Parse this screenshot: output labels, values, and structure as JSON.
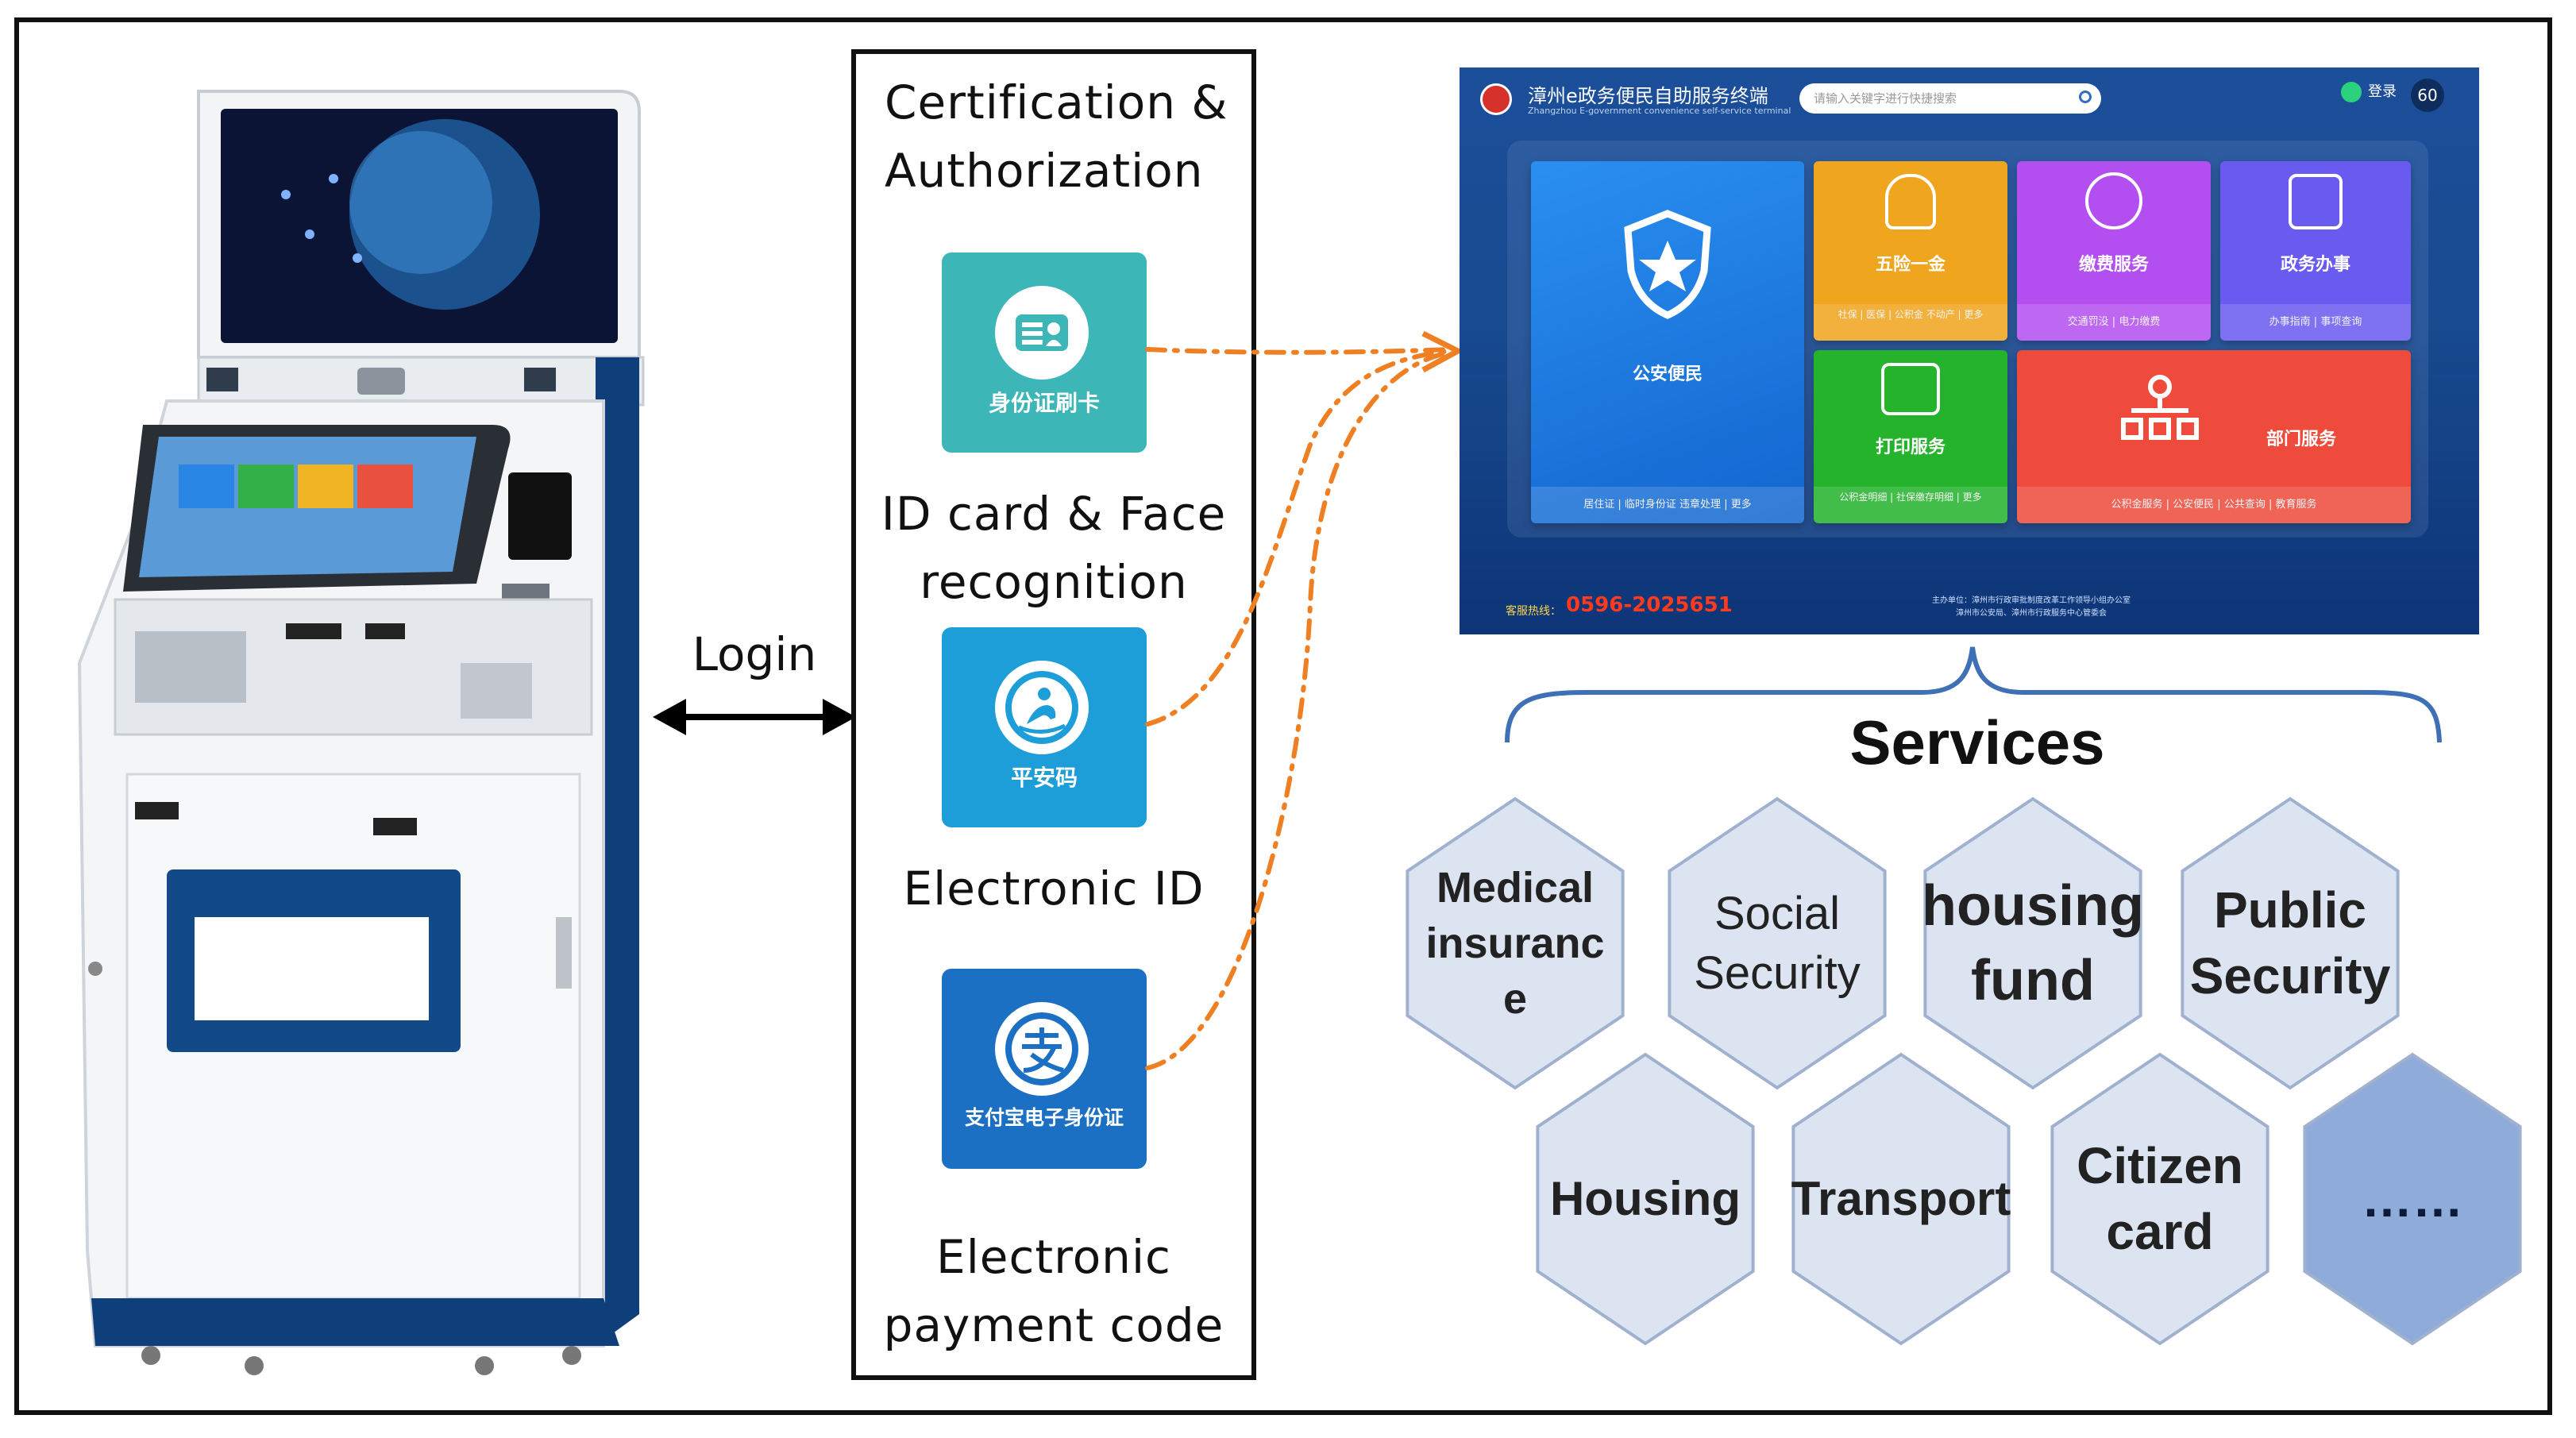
{
  "colors": {
    "arrow_orange": "#ef7f23",
    "hex_fill": "#dde4f1",
    "hex_fill_more": "#8eabd9",
    "hex_stroke": "#9fb1cf",
    "brace": "#3f6fb5"
  },
  "kiosk": {
    "alt": "self-service kiosk terminal"
  },
  "login": {
    "label": "Login"
  },
  "certification": {
    "title_line1": "Certification &",
    "title_line2": "Authorization",
    "methods": [
      {
        "tile_label": "身份证刷卡",
        "caption_line1": "ID card & Face",
        "caption_line2": "recognition",
        "icon": "id-card-icon"
      },
      {
        "tile_label": "平安码",
        "caption_line1": "Electronic ID",
        "caption_line2": "",
        "icon": "ping-an-code-icon"
      },
      {
        "tile_label": "支付宝电子身份证",
        "caption_line1": "Electronic",
        "caption_line2": "payment code",
        "icon": "alipay-icon"
      }
    ]
  },
  "portal": {
    "title": "漳州e政务便民自助服务终端",
    "subtitle": "Zhangzhou E-government convenience self-service terminal",
    "search_placeholder": "请输入关键字进行快捷搜索",
    "login_label": "登录",
    "timer": "60",
    "tiles": {
      "police": {
        "name": "公安便民",
        "footer": "居住证 | 临时身份证 违章处理 | 更多",
        "color": "#1f7be6"
      },
      "five": {
        "name": "五险一金",
        "footer": "社保 | 医保 | 公积金 不动产 | 更多",
        "color": "#f0a51e"
      },
      "fee": {
        "name": "缴费服务",
        "footer": "交通罚没 | 电力缴费",
        "color": "#b34ff0"
      },
      "gov": {
        "name": "政务办事",
        "footer": "办事指南 | 事项查询",
        "color": "#6a5bf0"
      },
      "print": {
        "name": "打印服务",
        "footer": "公积金明细 | 社保缴存明细 | 更多",
        "color": "#25b32c"
      },
      "dept": {
        "name": "部门服务",
        "footer": "公积金服务 | 公安便民 | 公共查询 | 教育服务",
        "color": "#ee4b3c"
      }
    },
    "hotline_label": "客服热线：",
    "hotline": "0596-2025651",
    "credits_line1": "主办单位：漳州市行政审批制度改革工作领导小组办公室",
    "credits_line2": "漳州市公安局、漳州市行政服务中心管委会"
  },
  "services": {
    "title": "Services",
    "items": [
      {
        "lines": [
          "Medical",
          "insuranc",
          "e"
        ],
        "bold": true
      },
      {
        "lines": [
          "Social",
          "Security"
        ],
        "bold": false
      },
      {
        "lines": [
          "housing",
          "fund"
        ],
        "bold": true
      },
      {
        "lines": [
          "Public",
          "Security"
        ],
        "bold": true
      },
      {
        "lines": [
          "Housing"
        ],
        "bold": true
      },
      {
        "lines": [
          "Transport"
        ],
        "bold": true
      },
      {
        "lines": [
          "Citizen",
          "card"
        ],
        "bold": true
      },
      {
        "lines": [
          "……"
        ],
        "bold": true
      }
    ]
  }
}
